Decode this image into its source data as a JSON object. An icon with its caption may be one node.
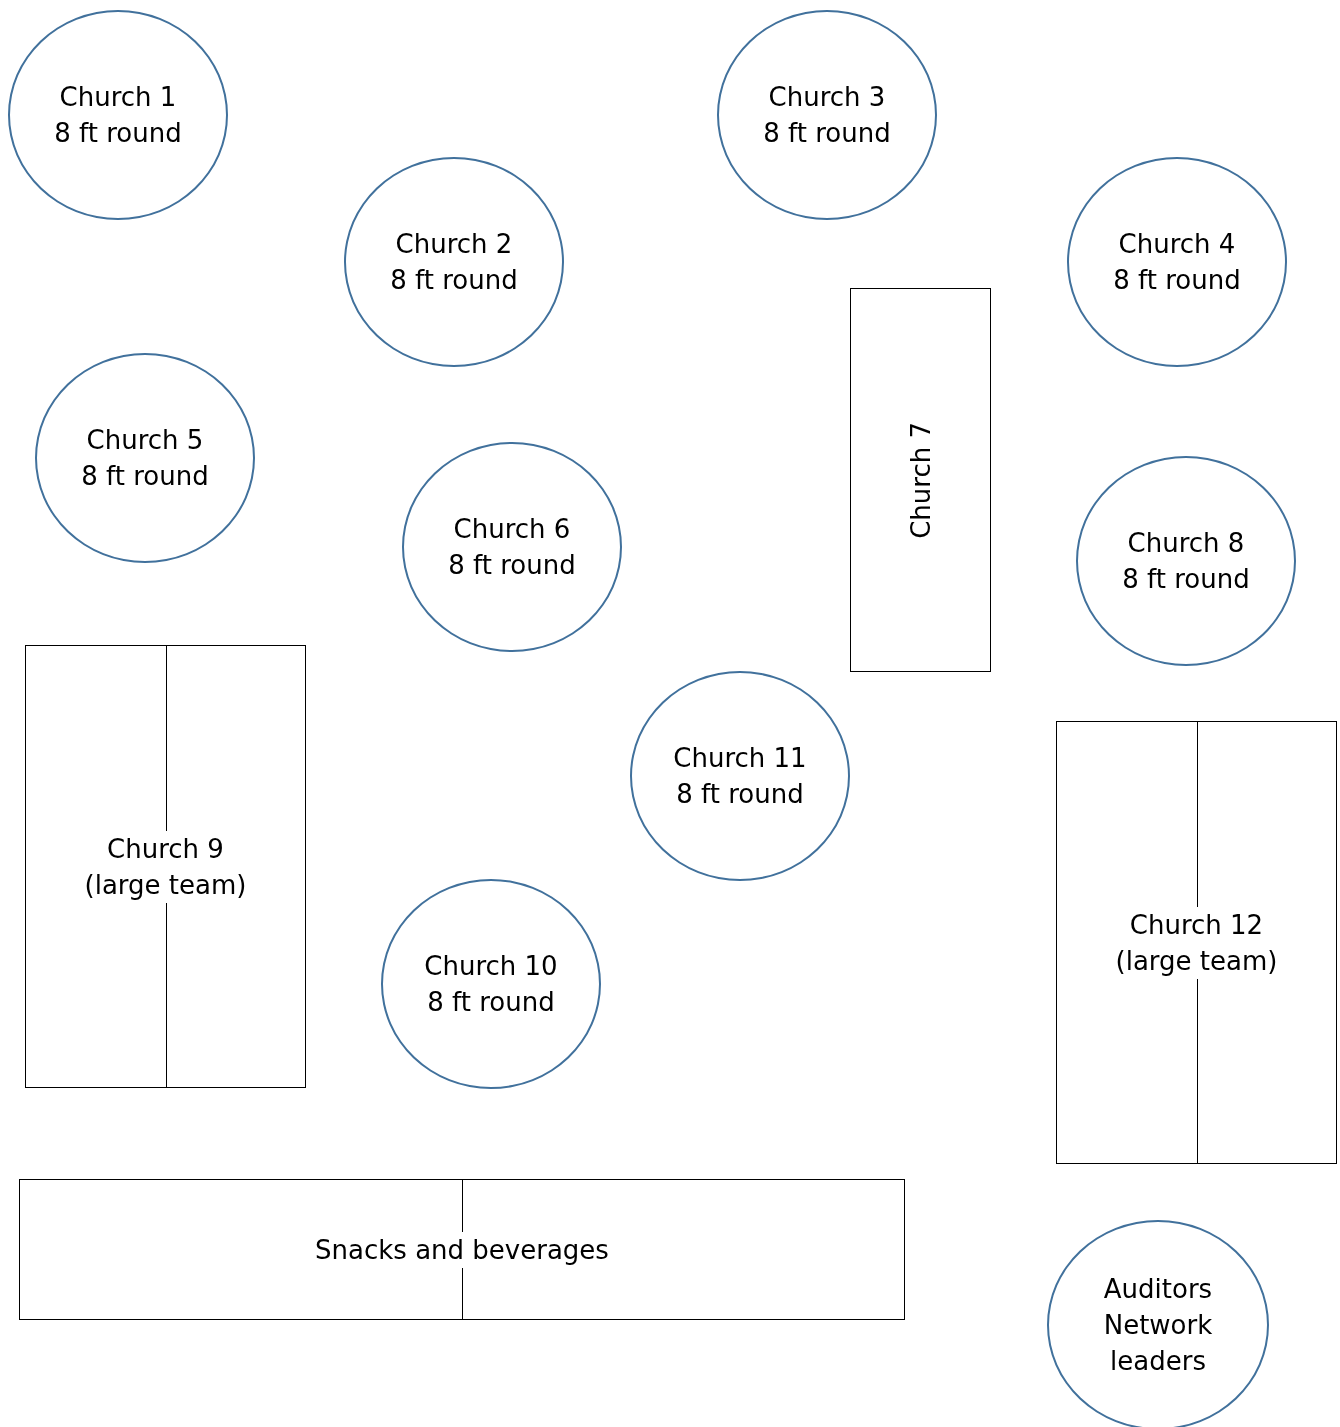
{
  "diagram": {
    "nodes": [
      {
        "text": [
          "Church 1",
          "8 ft round"
        ]
      },
      {
        "text": [
          "Church 2",
          "8 ft round"
        ]
      },
      {
        "text": [
          "Church 3",
          "8 ft round"
        ]
      },
      {
        "text": [
          "Church 4",
          "8 ft round"
        ]
      },
      {
        "text": [
          "Church 5",
          "8 ft round"
        ]
      },
      {
        "text": [
          "Church 6",
          "8 ft round"
        ]
      },
      {
        "text": [
          "Church 7"
        ]
      },
      {
        "text": [
          "Church 8",
          "8 ft round"
        ]
      },
      {
        "text": [
          "Church 9",
          "(large team)"
        ]
      },
      {
        "text": [
          "Church 10",
          "8 ft round"
        ]
      },
      {
        "text": [
          "Church 11",
          "8 ft round"
        ]
      },
      {
        "text": [
          "Church 12",
          "(large team)"
        ]
      },
      {
        "text": [
          "Snacks and beverages"
        ]
      },
      {
        "text": [
          "Auditors Network leaders"
        ]
      }
    ]
  }
}
